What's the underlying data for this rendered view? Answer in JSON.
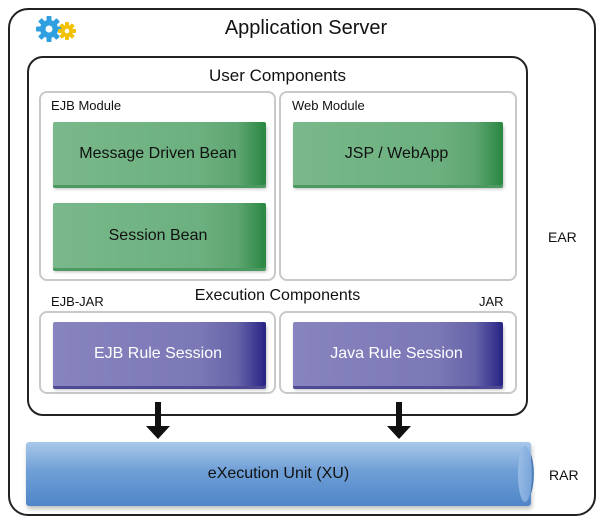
{
  "application_server": {
    "title": "Application Server",
    "gear_icon": "gears-icon"
  },
  "user_components": {
    "title": "User Components",
    "ejb_module": {
      "label": "EJB Module",
      "beans": [
        "Message Driven Bean",
        "Session Bean"
      ]
    },
    "web_module": {
      "label": "Web Module",
      "beans": [
        "JSP / WebApp"
      ]
    }
  },
  "execution_components": {
    "title": "Execution Components",
    "left_label": "EJB-JAR",
    "right_label": "JAR",
    "sessions": [
      "EJB Rule Session",
      "Java Rule Session"
    ]
  },
  "side_labels": {
    "ear": "EAR",
    "rar": "RAR"
  },
  "execution_unit": {
    "label": "eXecution Unit (XU)"
  },
  "colors": {
    "green_bean": "#6cb07f",
    "purple_bean": "#7b78b6",
    "xu_blue": "#6f9fd6"
  }
}
